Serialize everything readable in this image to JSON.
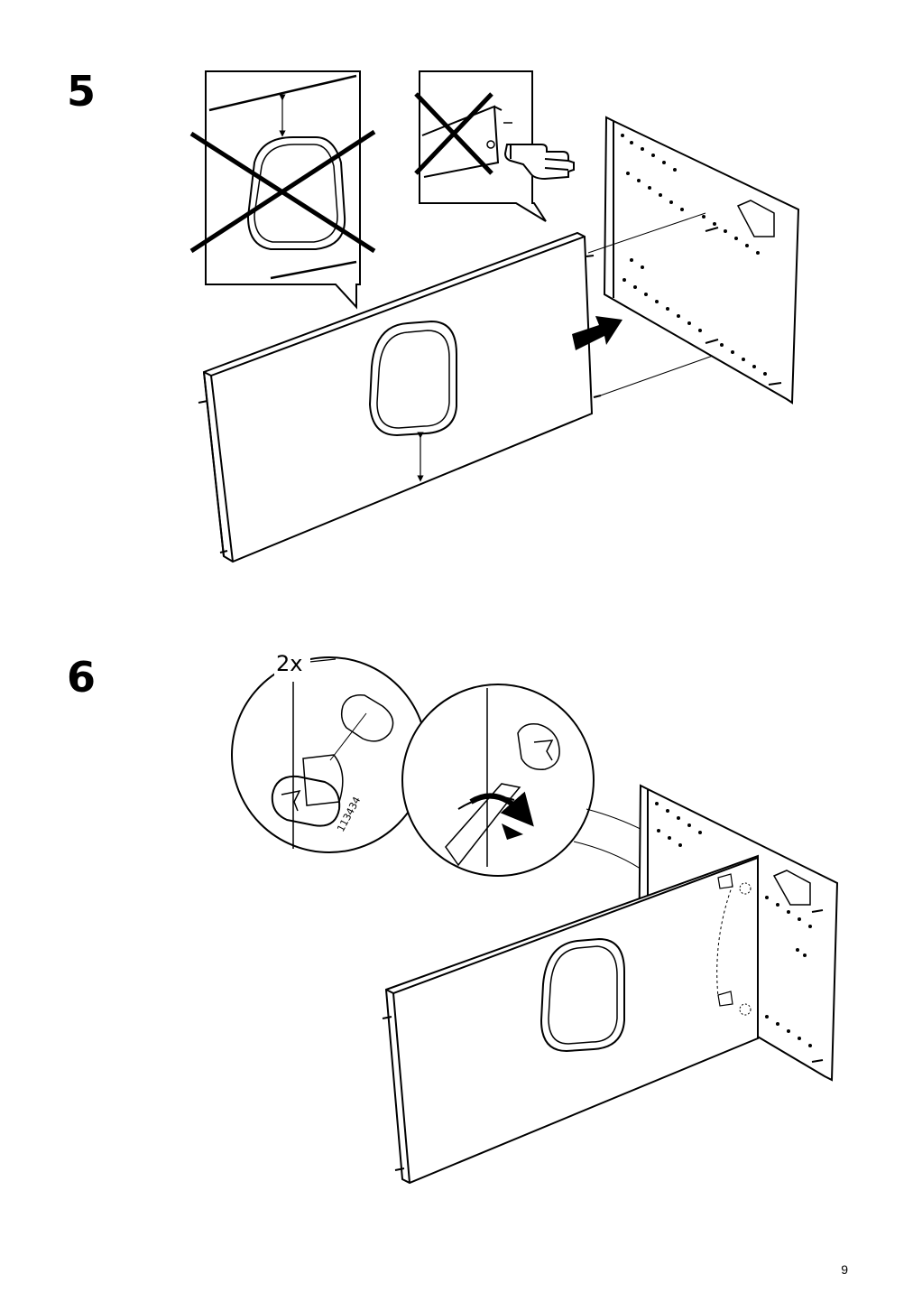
{
  "steps": [
    {
      "number": "5"
    },
    {
      "number": "6",
      "quantity": "2x",
      "part_number": "113434"
    }
  ],
  "page_number": "9"
}
